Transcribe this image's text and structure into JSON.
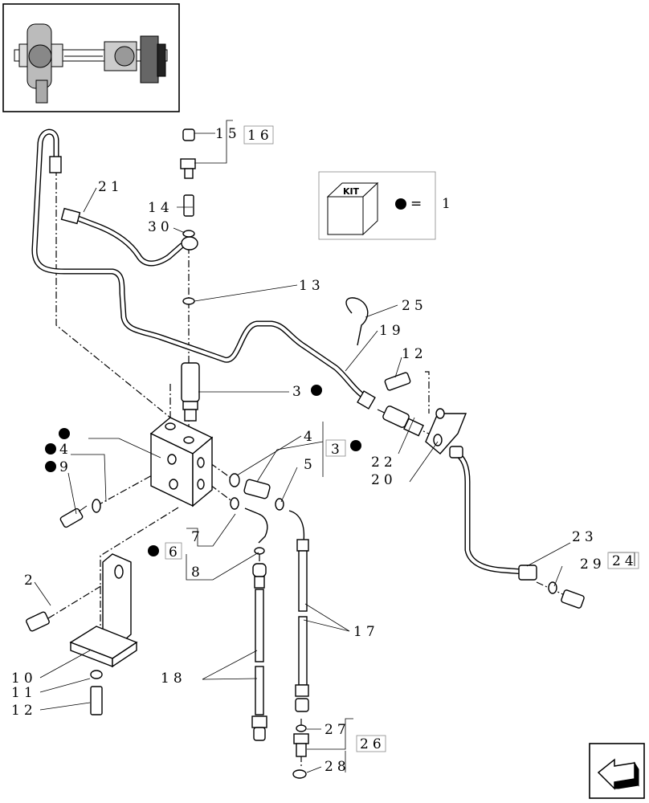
{
  "kit_legend": {
    "badge": "KIT",
    "equals": "=",
    "value": "1"
  },
  "callouts": {
    "c1": "1",
    "c2": "2",
    "c3a": "3",
    "c3b": "3",
    "c4a": "4",
    "c4b": "4",
    "c5": "5",
    "c6": "6",
    "c7": "7",
    "c8": "8",
    "c9": "9",
    "c10": "10",
    "c11": "11",
    "c12a": "12",
    "c12b": "12",
    "c13": "13",
    "c14": "14",
    "c15": "15",
    "c16": "16",
    "c17": "17",
    "c18": "18",
    "c19": "19",
    "c20": "20",
    "c21": "21",
    "c22": "22",
    "c23": "23",
    "c24": "24",
    "c25": "25",
    "c26": "26",
    "c27": "27",
    "c28": "28",
    "c29": "29",
    "c30": "30"
  }
}
